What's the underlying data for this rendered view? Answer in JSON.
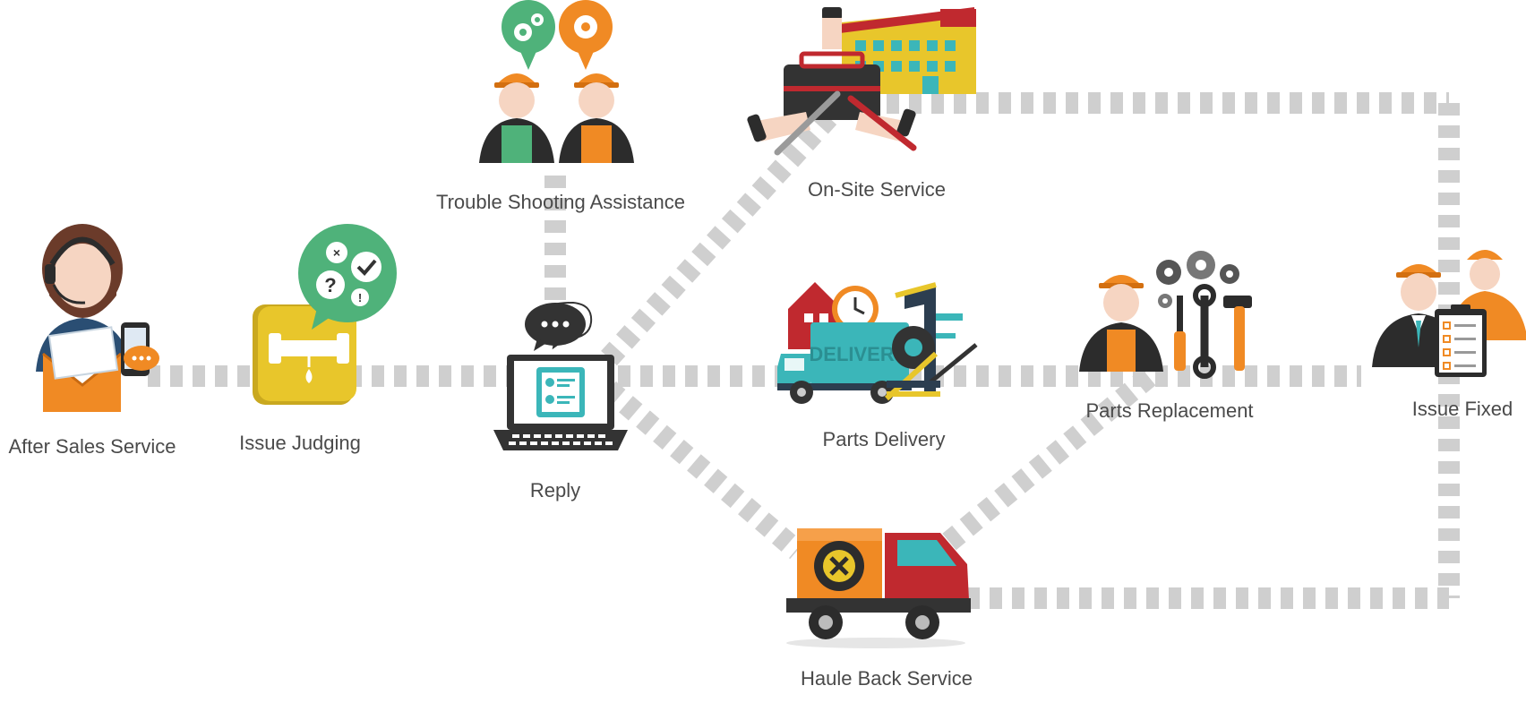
{
  "nodes": {
    "after_sales": "After Sales Service",
    "issue_judging": "Issue Judging",
    "reply": "Reply",
    "trouble_shooting": "Trouble Shooting Assistance",
    "on_site": "On-Site Service",
    "parts_delivery": "Parts Delivery",
    "haule_back": "Haule Back Service",
    "parts_replacement": "Parts Replacement",
    "issue_fixed": "Issue Fixed"
  },
  "icon_texts": {
    "delivery_truck": "DELIVERY"
  },
  "colors": {
    "connector": "#cfcfcf",
    "orange": "#f08a24",
    "green": "#4fb27a",
    "teal": "#3bb6b9",
    "yellow": "#e8c62b",
    "red": "#c0292f",
    "dark": "#333333"
  }
}
